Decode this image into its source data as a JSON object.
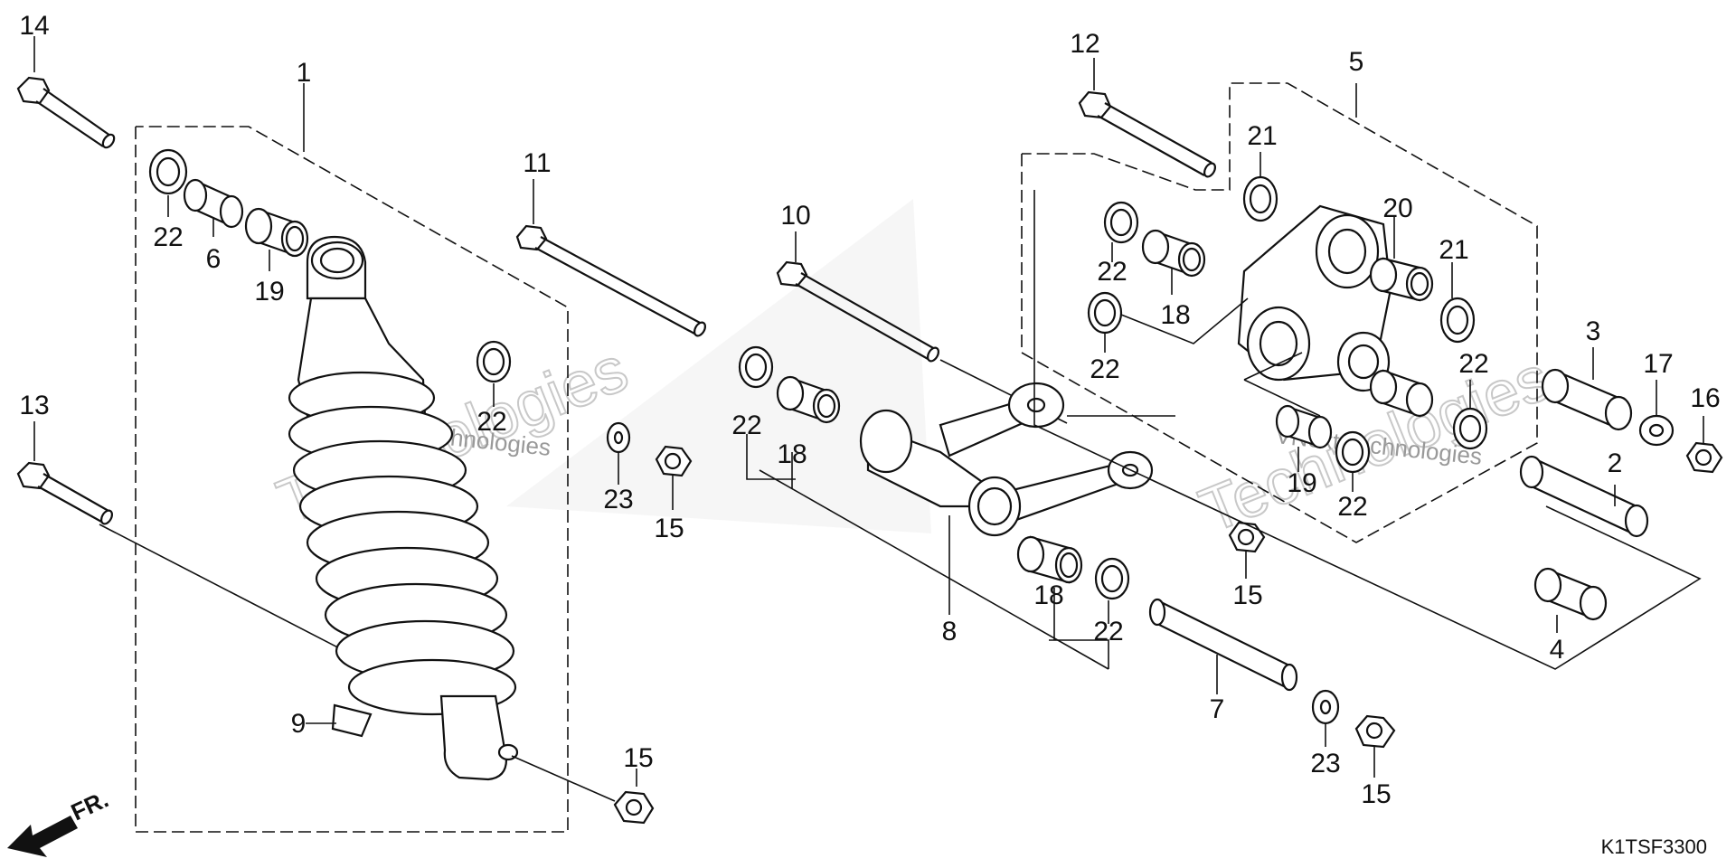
{
  "diagram_code": "K1TSF3300",
  "front_arrow_label": "FR.",
  "watermark": [
    "VNext",
    "Technologies",
    "VNext Technologies"
  ],
  "part_labels": [
    "1",
    "2",
    "3",
    "4",
    "5",
    "6",
    "7",
    "8",
    "9",
    "10",
    "11",
    "12",
    "13",
    "14",
    "15",
    "16",
    "17",
    "18",
    "19",
    "20",
    "21",
    "22",
    "23"
  ],
  "callouts": {
    "p14": "14",
    "p1": "1",
    "p22a": "22",
    "p6": "6",
    "p19a": "19",
    "p11": "11",
    "p10": "10",
    "p12": "12",
    "p5": "5",
    "p21a": "21",
    "p20": "20",
    "p21b": "21",
    "p22b": "22",
    "p18a": "18",
    "p22c": "22",
    "p3": "3",
    "p17": "17",
    "p16": "16",
    "p22d": "22",
    "p13": "13",
    "p22e": "22",
    "p23a": "23",
    "p15a": "15",
    "p22f": "22",
    "p18b": "18",
    "p2": "2",
    "p19b": "19",
    "p22g": "22",
    "p15b": "15",
    "p18c": "18",
    "p22h": "22",
    "p8": "8",
    "p4": "4",
    "p9": "9",
    "p7": "7",
    "p15c": "15",
    "p23b": "23",
    "p15d": "15"
  }
}
